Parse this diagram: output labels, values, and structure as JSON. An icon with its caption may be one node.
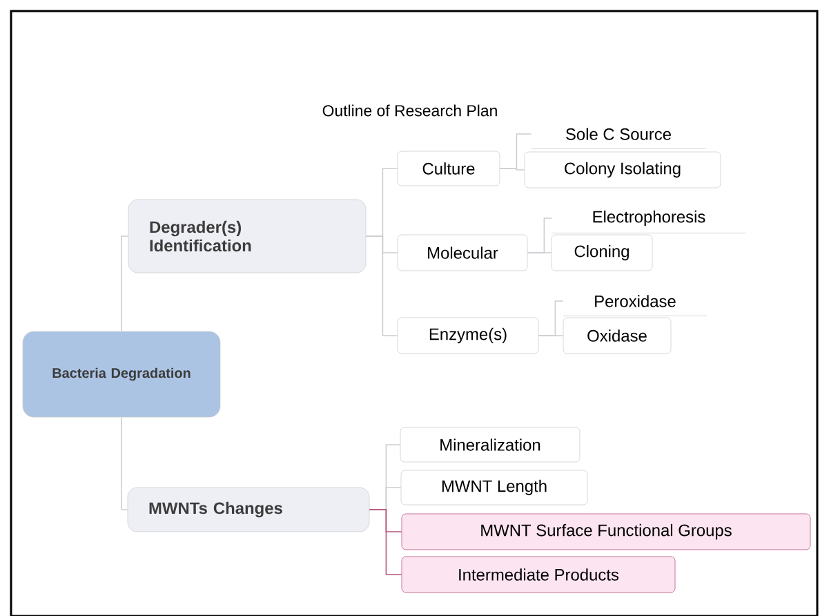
{
  "diagram": {
    "title": "Outline of Research Plan",
    "nodes": [
      {
        "text": [
          "Bacteria Degradation"
        ]
      },
      {
        "text": [
          "Degrader(s) Identification"
        ]
      },
      {
        "text": [
          "MWNTs Changes"
        ]
      },
      {
        "text": [
          "Culture"
        ]
      },
      {
        "text": [
          "Sole C Source"
        ]
      },
      {
        "text": [
          "Colony Isolating"
        ]
      },
      {
        "text": [
          "Molecular"
        ]
      },
      {
        "text": [
          "Electrophoresis"
        ]
      },
      {
        "text": [
          "Cloning"
        ]
      },
      {
        "text": [
          "Enzyme(s)"
        ]
      },
      {
        "text": [
          "Peroxidase"
        ]
      },
      {
        "text": [
          "Oxidase"
        ]
      },
      {
        "text": [
          "Mineralization"
        ]
      },
      {
        "text": [
          "MWNT Length"
        ]
      },
      {
        "text": [
          "MWNT Surface Functional Groups"
        ]
      },
      {
        "text": [
          "Intermediate Products"
        ]
      }
    ],
    "edges": [
      {
        "from": 0,
        "to": 1,
        "arrow": "none"
      },
      {
        "from": 0,
        "to": 2,
        "arrow": "none"
      },
      {
        "from": 1,
        "to": 3,
        "arrow": "none"
      },
      {
        "from": 1,
        "to": 6,
        "arrow": "none"
      },
      {
        "from": 1,
        "to": 9,
        "arrow": "none"
      },
      {
        "from": 3,
        "to": 4,
        "arrow": "none"
      },
      {
        "from": 3,
        "to": 5,
        "arrow": "none"
      },
      {
        "from": 6,
        "to": 7,
        "arrow": "none"
      },
      {
        "from": 6,
        "to": 8,
        "arrow": "none"
      },
      {
        "from": 9,
        "to": 10,
        "arrow": "none"
      },
      {
        "from": 9,
        "to": 11,
        "arrow": "none"
      },
      {
        "from": 2,
        "to": 12,
        "arrow": "none"
      },
      {
        "from": 2,
        "to": 13,
        "arrow": "none"
      },
      {
        "from": 2,
        "to": 14,
        "arrow": "none",
        "color": "#b5577f"
      },
      {
        "from": 2,
        "to": 15,
        "arrow": "none",
        "color": "#b5577f"
      }
    ]
  }
}
